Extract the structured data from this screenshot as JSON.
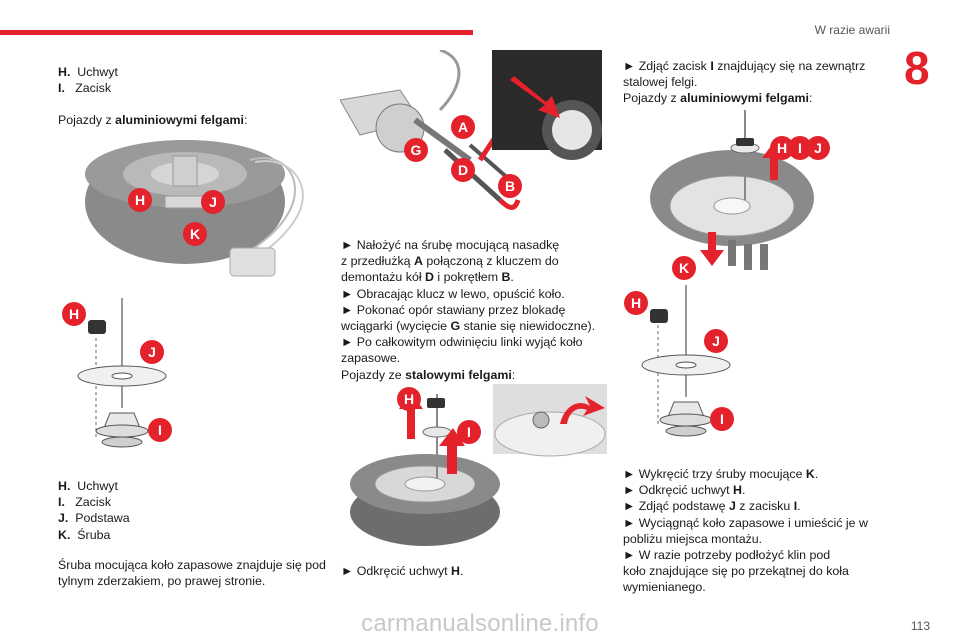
{
  "header": {
    "section_title": "W razie awarii",
    "chapter_number": "8",
    "page_number": "113"
  },
  "left_top": {
    "legend": [
      {
        "key": "H.",
        "text": "Uchwyt"
      },
      {
        "key": "I.",
        "text": "Zacisk"
      }
    ],
    "intro_prefix": "Pojazdy z ",
    "intro_bold": "aluminiowymi felgami",
    "intro_suffix": ":"
  },
  "left_bottom": {
    "legend": [
      {
        "key": "H.",
        "text": "Uchwyt"
      },
      {
        "key": "I.",
        "text": "Zacisk"
      },
      {
        "key": "J.",
        "text": "Podstawa"
      },
      {
        "key": "K.",
        "text": "Śruba"
      }
    ],
    "note_line1": "Śruba mocująca koło zapasowe znajduje się pod",
    "note_line2": "tylnym zderzakiem, po prawej stronie."
  },
  "middle": {
    "s1_a": "► Nałożyć na śrubę mocującą nasadkę",
    "s1_b_pre": "z przedłużką ",
    "s1_b_key": "A",
    "s1_b_post": " połączoną z kluczem do",
    "s1_c_pre": "demontażu kół ",
    "s1_c_key1": "D",
    "s1_c_mid": " i pokrętłem ",
    "s1_c_key2": "B",
    "s1_c_post": ".",
    "s2": "► Obracając klucz w lewo, opuścić koło.",
    "s3_a": "► Pokonać opór stawiany przez blokadę",
    "s3_b_pre": "wciągarki (wycięcie ",
    "s3_b_key": "G",
    "s3_b_post": " stanie się niewidoczne).",
    "s4_a": "► Po całkowitym odwinięciu linki wyjąć koło",
    "s4_b": "zapasowe.",
    "s5_pre": "Pojazdy ze ",
    "s5_bold": "stalowymi felgami",
    "s5_post": ":",
    "s6_pre": "► Odkręcić uchwyt ",
    "s6_key": "H",
    "s6_post": "."
  },
  "right": {
    "r1_a_pre": "► Zdjąć zacisk ",
    "r1_a_key": "I",
    "r1_a_post": " znajdujący się na zewnątrz",
    "r1_b": "stalowej felgi.",
    "r2_pre": "Pojazdy z ",
    "r2_bold": "aluminiowymi felgami",
    "r2_post": ":",
    "b1_pre": "► Wykręcić trzy śruby mocujące ",
    "b1_key": "K",
    "b1_post": ".",
    "b2_pre": "► Odkręcić uchwyt ",
    "b2_key": "H",
    "b2_post": ".",
    "b3_pre": "► Zdjąć podstawę ",
    "b3_key": "J",
    "b3_mid": " z zacisku ",
    "b3_key2": "I",
    "b3_post": ".",
    "b4_a": "► Wyciągnąć koło zapasowe i umieścić je w",
    "b4_b": "pobliżu miejsca montażu.",
    "b5_a": "► W razie potrzeby podłożyć klin pod",
    "b5_b": "koło znajdujące się po przekątnej do koła",
    "b5_c": "wymienianego."
  },
  "badges": {
    "h": "H",
    "i": "I",
    "j": "J",
    "k": "K",
    "a": "A",
    "b": "B",
    "d": "D",
    "g": "G"
  },
  "footer": {
    "watermark": "carmanualsonline.info"
  },
  "colors": {
    "accent": "#e4222b",
    "tire": "#8a8a8a",
    "text": "#1a1a1a"
  }
}
